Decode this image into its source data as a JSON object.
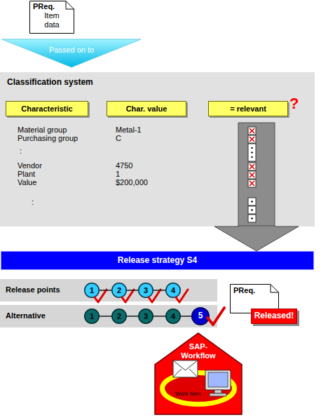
{
  "diagram": {
    "nodes": [
      {
        "text": [
          "PReq.",
          "Item data"
        ]
      },
      {
        "text": [
          "Passed on to"
        ]
      },
      {
        "text": [
          "Classification system"
        ]
      },
      {
        "text": [
          "Characteristic"
        ],
        "in": 2
      },
      {
        "text": [
          "Char. value"
        ],
        "in": 2
      },
      {
        "text": [
          "= relevant"
        ],
        "in": 2
      },
      {
        "text": [
          "Release strategy S4"
        ]
      },
      {
        "text": [
          "Release points"
        ]
      },
      {
        "text": [
          "1"
        ],
        "in": 7
      },
      {
        "text": [
          "2"
        ],
        "in": 7
      },
      {
        "text": [
          "3"
        ],
        "in": 7
      },
      {
        "text": [
          "4"
        ],
        "in": 7
      },
      {
        "text": [
          "Alternative"
        ]
      },
      {
        "text": [
          "1"
        ],
        "in": 12
      },
      {
        "text": [
          "2"
        ],
        "in": 12
      },
      {
        "text": [
          "3"
        ],
        "in": 12
      },
      {
        "text": [
          "4"
        ],
        "in": 12
      },
      {
        "text": [
          "5"
        ],
        "in": 12
      },
      {
        "text": [
          "PReq."
        ]
      },
      {
        "text": [
          "Released!"
        ]
      },
      {
        "text": [
          "SAP- Workflow"
        ]
      },
      {
        "text": [
          "Work item"
        ],
        "in": 20
      }
    ],
    "edges": [
      {
        "from": 2,
        "to": 6,
        "arrow": "to"
      },
      {
        "from": 8,
        "to": 9,
        "arrow": "none"
      },
      {
        "from": 9,
        "to": 10,
        "arrow": "none"
      },
      {
        "from": 10,
        "to": 11,
        "arrow": "none"
      },
      {
        "from": 13,
        "to": 14,
        "arrow": "none"
      },
      {
        "from": 14,
        "to": 15,
        "arrow": "none"
      },
      {
        "from": 15,
        "to": 16,
        "arrow": "none"
      },
      {
        "from": 16,
        "to": 17,
        "arrow": "none"
      }
    ],
    "labels": [
      "?",
      "Material group",
      "Purchasing group",
      ":",
      "Vendor",
      "Plant",
      "Value",
      ":",
      "Metal-1",
      "C",
      "4750",
      "1",
      "$200,000"
    ]
  }
}
